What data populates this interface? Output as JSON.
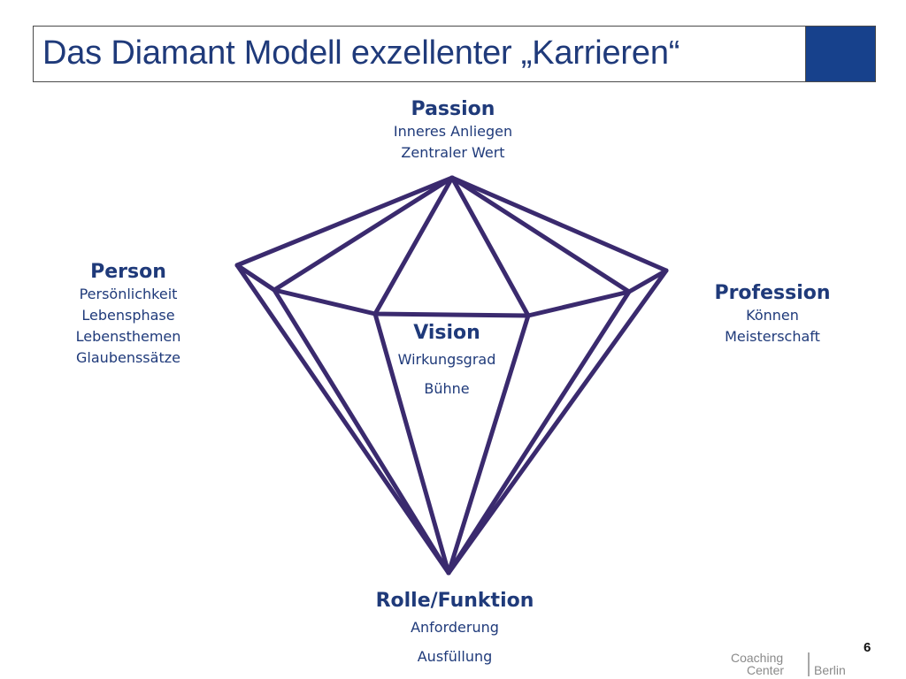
{
  "slide": {
    "title": "Das Diamant Modell exzellenter „Karrieren“",
    "accent_color": "#17418c",
    "text_color": "#1f3a7a",
    "page_number": "6"
  },
  "diagram": {
    "line_color": "#3a2a6e",
    "nodes": {
      "passion": {
        "title": "Passion",
        "lines": [
          "Inneres Anliegen",
          "Zentraler Wert"
        ]
      },
      "person": {
        "title": "Person",
        "lines": [
          "Persönlichkeit",
          "Lebensphase",
          "Lebensthemen",
          "Glaubenssätze"
        ]
      },
      "profession": {
        "title": "Profession",
        "lines": [
          "Können",
          "Meisterschaft"
        ]
      },
      "vision": {
        "title": "Vision",
        "lines": [
          "Wirkungsgrad",
          "Bühne"
        ]
      },
      "rolle": {
        "title": "Rolle/Funktion",
        "lines": [
          "Anforderung",
          "Ausfüllung"
        ]
      }
    }
  },
  "logo": {
    "line1": "Coaching",
    "line2a": "Center",
    "line2b": "Berlin",
    "color": "#8a8a8a"
  }
}
